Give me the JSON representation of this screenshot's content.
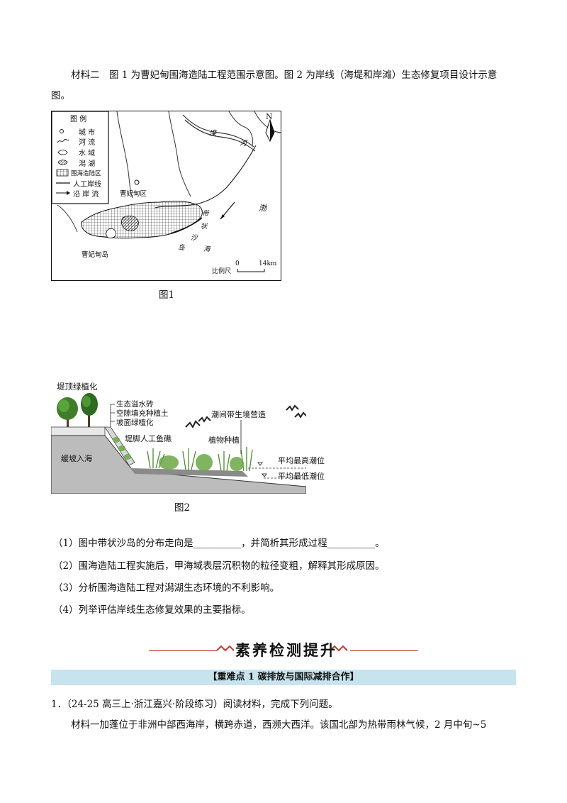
{
  "material2": {
    "line1": "材料二　图 1 为曹妃甸围海造陆工程范围示意图。图 2 为岸线（海堤和岸滩）生态修复项目设计示意",
    "line2": "图。"
  },
  "figure1": {
    "caption": "图1",
    "legend": {
      "title": "图 例",
      "items": [
        "城 市",
        "河 流",
        "水 域",
        "潟 湖",
        "围海造陆区",
        "人工岸线",
        "沿 岸 流"
      ]
    },
    "labels": {
      "river": "滦",
      "river2": "河",
      "sea": "渤",
      "district": "曹妃甸区",
      "island": "曹妃甸岛",
      "sandbar": [
        "带",
        "状",
        "沙",
        "岛"
      ],
      "north": "N",
      "sea2": "海"
    },
    "scale": {
      "label": "比例尺",
      "zero": "0",
      "end": "14km"
    }
  },
  "figure2": {
    "caption": "图2",
    "labels": {
      "top_green": "堤顶绿植化",
      "brick": "生态溢水砖",
      "gap_fill": "空隙填充种植土",
      "slope_green": "坡面绿植化",
      "fish_reef": "堤脚人工鱼礁",
      "slope": "缓坡入海",
      "intertidal": "潮间带生境营造",
      "planting": "植物种植",
      "high_tide": "平均最高潮位",
      "low_tide": "平均最低潮位"
    }
  },
  "questions": [
    "（1）图中带状沙岛的分布走向是__________，并简析其形成过程__________。",
    "（2）围海造陆工程实施后，甲海域表层沉积物的粒径变粗，解释其形成原因。",
    "（3）分析围海造陆工程对潟湖生态环境的不利影响。",
    "（4）列举评估岸线生态修复效果的主要指标。"
  ],
  "banner": {
    "title": "素养检测提升"
  },
  "section": {
    "title": "【重难点 1  碳排放与国际减排合作】"
  },
  "problem1": {
    "head": "1．（24-25 高三上·浙江嘉兴·阶段练习）阅读材料，完成下列问题。",
    "text": "材料一加蓬位于非洲中部西海岸，横跨赤道，西濒大西洋。该国北部为热带雨林气候，2 月中旬~5"
  },
  "colors": {
    "accent_red": "#c0392b",
    "section_bar": "#c7e3ee"
  }
}
